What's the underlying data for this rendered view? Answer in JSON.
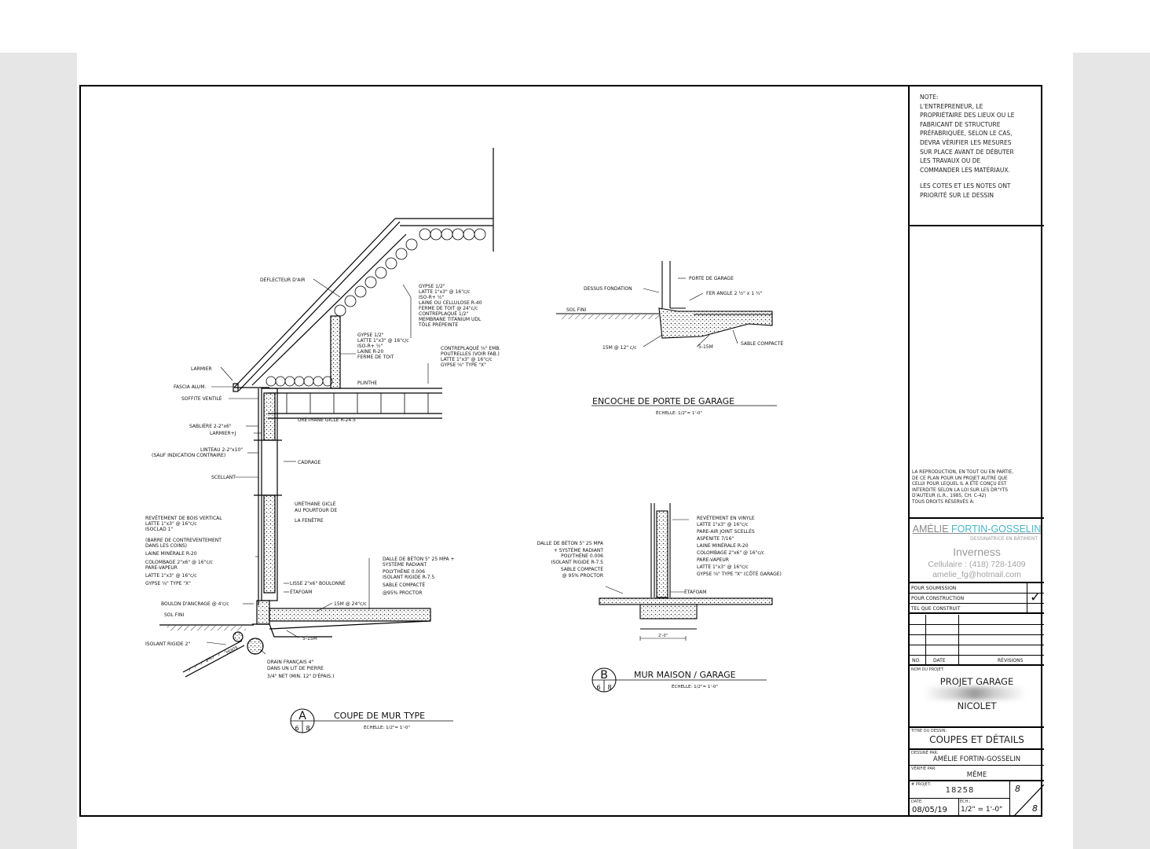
{
  "section_a": {
    "letter": "A",
    "sheet_ref": "6",
    "sheet_num": "8",
    "title": "COUPE DE MUR TYPE",
    "scale": "ÉCHELLE: 1/2\"= 1'-0\"",
    "labels": {
      "deflecteur": "DÉFLECTEUR D'AIR",
      "gypse_roof": "GYPSE 1/2\"",
      "latte_roof": "LATTE 1\"x3\" @ 16\"c/c",
      "iso_roof": "ISO-R+ ½\"",
      "laine_roof": "LAINE OU CELLULOSE R-40",
      "ferme_roof": "FERME DE TOIT @ 24\"c/c",
      "contre_roof": "CONTREPLAQUÉ 1/2\"",
      "membrane_roof": "MEMBRANE TITANIUM UDL",
      "tole_roof": "TÔLE PRÉPEINTE",
      "gypse_kw": "GYPSE 1/2\"",
      "latte_kw": "LATTE 1\"x3\" @ 16\"c/c",
      "iso_kw": "ISO-R+ ½\"",
      "laine_kw": "LAINE  R-20",
      "ferme_kw": "FERME DE TOIT",
      "contre_floor": "CONTREPLAQUÉ ⅝\" EMB.",
      "poutrelles": "POUTRELLES (VOIR FAB.)",
      "latte_floor": "LATTE 1\"x3\" @ 16\"c/c",
      "gypse_floor": "GYPSE ⅝\" TYPE \"X\"",
      "plinthe": "PLINTHE",
      "larmier": "LARMIER",
      "fascia": "FASCIA ALUM.",
      "soffite": "SOFFITE VENTILÉ",
      "urethane_rim": "URÉTHANE GICLÉ R-24.5",
      "sabliere": "SABLIÈRE 2-2\"x6\"",
      "larmier_j": "LARMIER+J",
      "linteau": "LINTEAU 2-2\"x10\"",
      "linteau_note": "(SAUF INDICATION CONTRAIRE)",
      "cadrage": "CADRAGE",
      "scellant": "SCELLANT",
      "urethane_win1": "URÉTHANE GICLÉ",
      "urethane_win2": "AU POURTOUR DE",
      "urethane_win3": "LA FENÊTRE",
      "wall_1": "REVÊTEMENT DE BOIS VERTICAL",
      "wall_2": "LATTE 1\"x3\" @ 16\"c/c",
      "wall_3": "ISOCLAD 1\"",
      "wall_4": "(BARRE DE CONTREVENTEMENT",
      "wall_5": "DANS LES COINS)",
      "wall_6": "LAINE MINÉRALE R-20",
      "wall_7": "COLOMBAGE 2\"x6\" @ 16\"c/c",
      "wall_8": "PARE-VAPEUR",
      "wall_9": "LATTE 1\"x3\" @ 16\"c/c",
      "wall_10": "GYPSE ⅝\" TYPE \"X\"",
      "lisse": "LISSE 2\"x6\" BOULONNÉ",
      "etafoam": "ÉTAFOAM",
      "boulon": "BOULON D'ANCRAGE @ 4'c/c",
      "sol_fini": "SOL FINI",
      "iso_rigide": "ISOLANT RIGIDE 2\"",
      "dalle_1": "DALLE DE BÉTON 5\" 25 MPA +",
      "dalle_2": "SYSTÈME RADIANT",
      "dalle_3": "POLYTHÈNE 0.006",
      "dalle_4": "ISOLANT RIGIDE R-7.5",
      "dalle_5": "SABLE COMPACTÉ",
      "dalle_6": "@95% PROCTOR",
      "rebar_15m": "15M @ 24\"c/c",
      "rebar_5_15m": "5-15M",
      "drain_1": "DRAIN FRANÇAIS 4\"",
      "drain_2": "DANS UN LIT DE PIERRE",
      "drain_3": "3/4\" NET (MIN. 12\" D'ÉPAIS.)",
      "pente": "PENTE",
      "pente_2": "2%"
    }
  },
  "detail_door": {
    "title": "ENCOCHE DE PORTE DE GARAGE",
    "scale": "ÉCHELLE: 1/2\"= 1'-0\"",
    "labels": {
      "dessus": "DESSUS FONDATION",
      "porte": "PORTE DE GARAGE",
      "fer": "FER ANGLE 2 ½\" x 1 ½\"",
      "sol": "SOL FINI",
      "rebar": "15M @ 12\" c/c",
      "bars": "5-15M",
      "sable": "SABLE COMPACTÉ"
    }
  },
  "section_b": {
    "letter": "B",
    "sheet_ref": "6",
    "sheet_num": "8",
    "title": "MUR MAISON / GARAGE",
    "scale": "ÉCHELLE: 1/2\"= 1'-0\"",
    "labels": {
      "dalle_1": "DALLE DE BÉTON 5\" 25 MPA",
      "dalle_2": "+ SYSTÈME RADIANT",
      "dalle_3": "POLYTHÈNE 0.006",
      "dalle_4": "ISOLANT RIGIDE R-7.5",
      "dalle_5": "SABLE COMPACTÉ",
      "dalle_6": "@ 95% PROCTOR",
      "r_1": "REVÊTEMENT EN VINYLE",
      "r_2": "LATTE 1\"x3\" @ 16\"c/c",
      "r_3": "PARE-AIR JOINT SCELLÉS",
      "r_4": "ASPENITE 7/16\"",
      "r_5": "LAINE MINÉRALE R-20",
      "r_6": "COLOMBAGE 2\"x6\" @ 16\"c/c",
      "r_7": "PARE-VAPEUR",
      "r_8": "LATTE 1\"x3\" @ 16\"c/c",
      "r_9": "GYPSE ⅝\" TYPE \"X\" (CÔTÉ GARAGE)",
      "etafoam": "ÉTAFOAM",
      "dim": "2'-0\""
    }
  },
  "title_block": {
    "note_lines": [
      "NOTE:",
      "L'ENTREPRENEUR, LE",
      "PROPRIÉTAIRE DES LIEUX OU LE",
      "FABRICANT DE STRUCTURE",
      "PRÉFABRIQUÉE, SELON LE CAS,",
      "DEVRA VÉRIFIER LES MESURES",
      "SUR PLACE AVANT DE DÉBUTER",
      "LES TRAVAUX OU DE",
      "COMMANDER LES MATÉRIAUX."
    ],
    "note_lines_2": [
      "LES COTES ET LES NOTES ONT",
      "PRIORITÉ SUR LE DESSIN"
    ],
    "copyright_lines": [
      "LA REPRODUCTION, EN TOUT OU EN PARTIE,",
      "DE CE PLAN POUR UN PROJET AUTRE QUE",
      "CELUI POUR LEQUEL IL A ÉTÉ CONÇU EST",
      "INTERDITE SELON LA LOI SUR LES DR\"YTS",
      "D'AUTEUR (L.R., 1985, ch. C-42)",
      "TOUS DROITS RÉSERVÉS À:"
    ],
    "designer_first": "AMÉLIE",
    "designer_last": "FORTIN-GOSSELIN",
    "designer_title": "DESSINATRICE EN BÂTIMENT",
    "firm": "Inverness",
    "phone": "Cellulaire : (418) 728-1409",
    "email": "amelie_fg@hotmail.com",
    "status_soumission": "POUR SOUMISSION",
    "status_construction": "POUR CONSTRUCTION",
    "status_construit": "TEL QUE CONSTRUIT",
    "check": "✓",
    "rev_no": "NO.",
    "rev_date": "DATE",
    "rev_revisions": "RÉVISIONS",
    "project_label": "NOM DU PROJET:",
    "project_line1": "PROJET GARAGE",
    "project_line3": "NICOLET",
    "drawing_title_label": "TITRE DU DESSIN:",
    "drawing_title": "COUPES ET DÉTAILS",
    "drawn_by_label": "DESSINÉ PAR:",
    "drawn_by": "AMÉLIE FORTIN-GOSSELIN",
    "checked_by_label": "VÉRIFIÉ PAR:",
    "checked_by": "MÊME",
    "project_no_label": "# PROJET:",
    "project_no": "18258",
    "sheet_no": "8",
    "date_label": "DATE:",
    "date": "08/05/19",
    "scale_label": "ÉCH.:",
    "scale": "1/2\" = 1'-0\"",
    "sheet_total": "8"
  }
}
